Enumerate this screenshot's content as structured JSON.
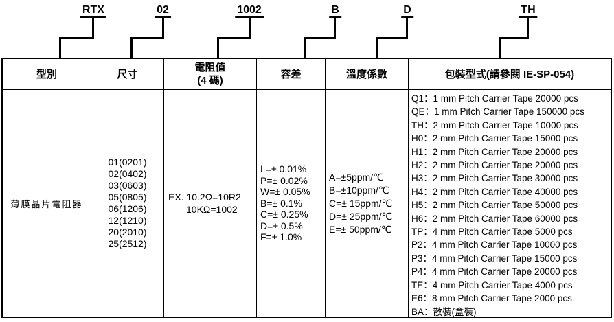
{
  "page": {
    "background": "#ffffff",
    "text_color": "#000000",
    "line_color": "#000000"
  },
  "part_number": {
    "segments": [
      "RTX",
      "02",
      "1002",
      "B",
      "D",
      "TH"
    ]
  },
  "table": {
    "headers": {
      "type": "型別",
      "size": "尺寸",
      "resistance_line1": "電阻值",
      "resistance_line2": "(4 碼)",
      "tolerance": "容差",
      "tcr": "溫度係數",
      "packaging": "包裝型式(請參閱 IE-SP-054)"
    },
    "body": {
      "type": "薄膜晶片電阻器",
      "sizes": [
        "01(0201)",
        "02(0402)",
        "03(0603)",
        "05(0805)",
        "06(1206)",
        "12(1210)",
        "20(2010)",
        "25(2512)"
      ],
      "resistance_example_line1": "EX. 10.2Ω=10R2",
      "resistance_example_line2": "10KΩ=1002",
      "tolerances": [
        "L=± 0.01%",
        "P=± 0.02%",
        "W=± 0.05%",
        "B=± 0.1%",
        "C=± 0.25%",
        "D=± 0.5%",
        "F=± 1.0%"
      ],
      "tcr_values": [
        "A=±5ppm/℃",
        "B=±10ppm/℃",
        "C=± 15ppm/℃",
        "D=± 25ppm/℃",
        "E=± 50ppm/℃"
      ],
      "packaging_options": [
        "Q1：1 mm Pitch Carrier Tape 20000 pcs",
        "QE：1 mm Pitch Carrier Tape 150000 pcs",
        "TH：2 mm Pitch Carrier Tape 10000 pcs",
        "H0：2 mm Pitch Carrier Tape 15000 pcs",
        "H1：2 mm Pitch Carrier Tape 20000 pcs",
        "H2：2 mm Pitch Carrier Tape 20000 pcs",
        "H3：2 mm Pitch Carrier Tape 30000 pcs",
        "H4：2 mm Pitch Carrier Tape 40000 pcs",
        "H5：2 mm Pitch Carrier Tape 50000 pcs",
        "H6：2 mm Pitch Carrier Tape 60000 pcs",
        "TP：4 mm Pitch Carrier Tape 5000 pcs",
        "P2：4 mm Pitch Carrier Tape 10000 pcs",
        "P3：4 mm Pitch Carrier Tape 15000 pcs",
        "P4：4 mm Pitch Carrier Tape 20000 pcs",
        "TE：4 mm Pitch Carrier Tape 4000 pcs",
        "E6：8 mm Pitch Carrier Tape 2000 pcs",
        "BA：散裝(盒裝)"
      ]
    }
  }
}
